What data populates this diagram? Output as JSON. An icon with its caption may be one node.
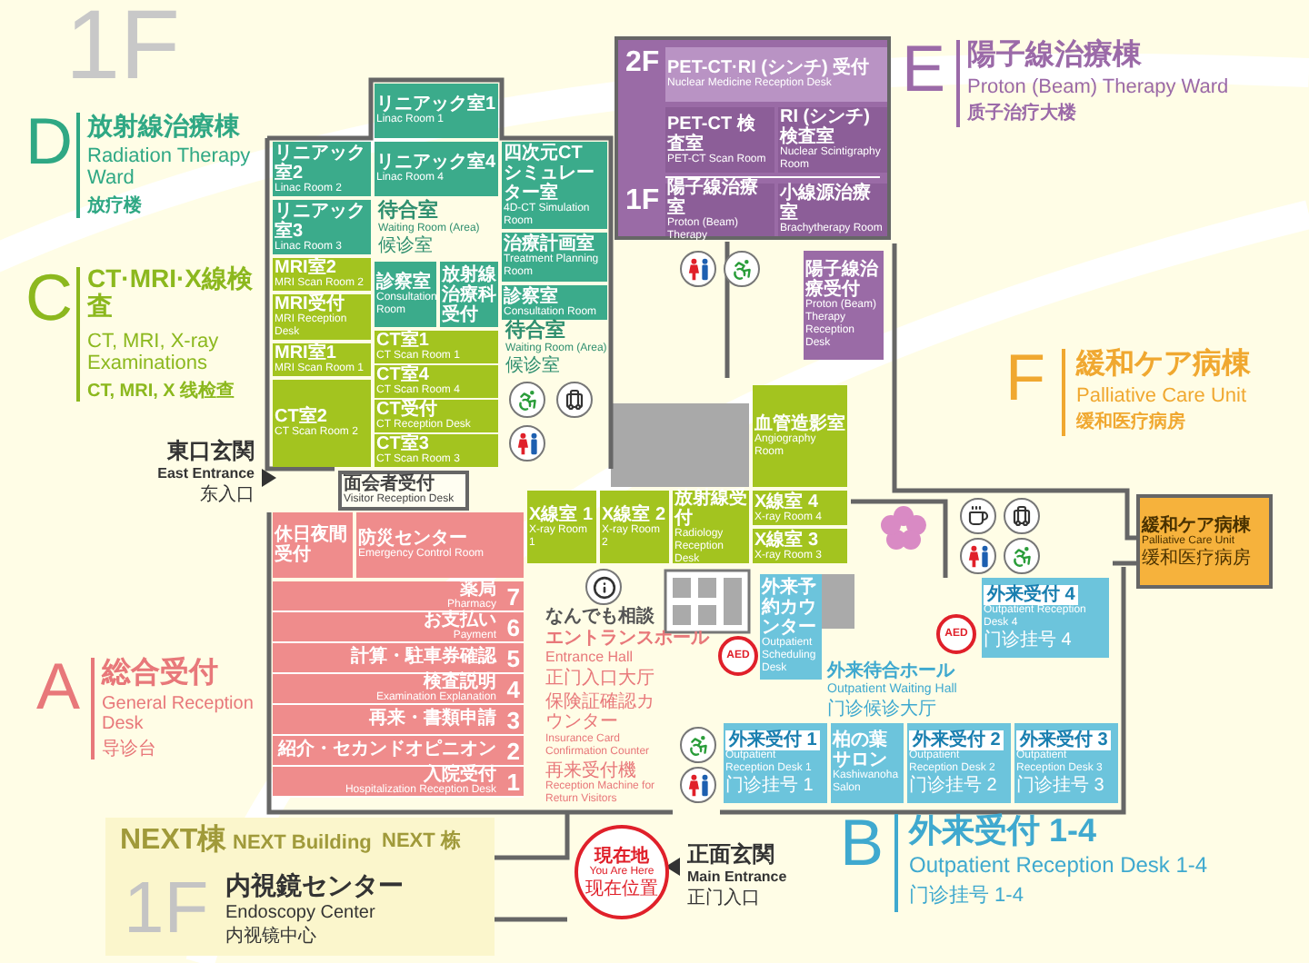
{
  "diagram": {
    "nodes": [
      {
        "text": [
          "リニアック室1",
          "Linac Room 1"
        ]
      },
      {
        "text": [
          "リニアック室2",
          "Linac Room 2"
        ]
      },
      {
        "text": [
          "リニアック室4",
          "Linac Room 4"
        ]
      },
      {
        "text": [
          "四次元CT シミュレーター室",
          "4D-CT Simulation Room"
        ]
      },
      {
        "text": [
          "リニアック室3",
          "Linac Room 3"
        ]
      },
      {
        "text": [
          "診察室",
          "Consultation Room"
        ]
      },
      {
        "text": [
          "放射線治療科受付"
        ]
      },
      {
        "text": [
          "治療計画室",
          "Treatment Planning Room"
        ]
      },
      {
        "text": [
          "診察室",
          "Consultation Room"
        ]
      },
      {
        "text": [
          "MRI室2",
          "MRI Scan Room 2"
        ]
      },
      {
        "text": [
          "MRI受付",
          "MRI Reception Desk"
        ]
      },
      {
        "text": [
          "MRI室1",
          "MRI Scan Room 1"
        ]
      },
      {
        "text": [
          "CT室1",
          "CT Scan Room 1"
        ]
      },
      {
        "text": [
          "CT室4",
          "CT Scan Room 4"
        ]
      },
      {
        "text": [
          "CT室2",
          "CT Scan Room 2"
        ]
      },
      {
        "text": [
          "CT受付",
          "CT Reception Desk"
        ]
      },
      {
        "text": [
          "CT室3",
          "CT Scan Room 3"
        ]
      },
      {
        "text": [
          "2F",
          "1F"
        ]
      },
      {
        "text": [
          "PET-CT·RI (シンチ) 受付",
          "Nuclear Medicine Reception Desk"
        ],
        "in": 17
      },
      {
        "text": [
          "PET-CT 検査室",
          "PET-CT Scan Room"
        ],
        "in": 17
      },
      {
        "text": [
          "RI (シンチ) 検査室",
          "Nuclear Scintigraphy Room"
        ],
        "in": 17
      },
      {
        "text": [
          "陽子線治療室",
          "Proton (Beam) Therapy"
        ],
        "in": 17
      },
      {
        "text": [
          "小線源治療室",
          "Brachytherapy Room"
        ],
        "in": 17
      },
      {
        "text": [
          "陽子線治療受付",
          "Proton (Beam) Therapy Reception Desk"
        ]
      },
      {
        "text": [
          "血管造影室",
          "Angiography Room"
        ]
      },
      {
        "text": [
          "X線室 1",
          "X-ray Room 1"
        ]
      },
      {
        "text": [
          "X線室 2",
          "X-ray Room 2"
        ]
      },
      {
        "text": [
          "放射線受付",
          "Radiology Reception Desk"
        ]
      },
      {
        "text": [
          "X線室 4",
          "X-ray Room 4"
        ]
      },
      {
        "text": [
          "X線室 3",
          "X-ray Room 3"
        ]
      },
      {
        "text": [
          "面会者受付",
          "Visitor Reception Desk"
        ]
      },
      {
        "text": [
          "休日夜間受付"
        ]
      },
      {
        "text": [
          "防災センター",
          "Emergency Control Room"
        ]
      },
      {
        "text": [
          "薬局",
          "Pharmacy",
          "7"
        ]
      },
      {
        "text": [
          "お支払い",
          "Payment",
          "6"
        ]
      },
      {
        "text": [
          "計算・駐車券確認",
          "5"
        ]
      },
      {
        "text": [
          "検査説明",
          "Examination Explanation",
          "4"
        ]
      },
      {
        "text": [
          "再来・書類申請",
          "3"
        ]
      },
      {
        "text": [
          "紹介・セカンドオピニオン",
          "2"
        ]
      },
      {
        "text": [
          "入院受付",
          "Hospitalization Reception Desk",
          "1"
        ]
      },
      {
        "text": [
          "外来予約カウンター",
          "Outpatient Scheduling Desk"
        ]
      },
      {
        "text": [
          "外来受付 4",
          "Outpatient Reception Desk 4",
          "门诊挂号 4"
        ]
      },
      {
        "text": [
          "外来受付 1",
          "Outpatient Reception Desk 1",
          "门诊挂号 1"
        ]
      },
      {
        "text": [
          "柏の葉サロン",
          "Kashiwanoha Salon"
        ]
      },
      {
        "text": [
          "外来受付 2",
          "Outpatient Reception Desk 2",
          "门诊挂号 2"
        ]
      },
      {
        "text": [
          "外来受付 3",
          "Outpatient Reception Desk 3",
          "门诊挂号 3"
        ]
      },
      {
        "text": [
          "緩和ケア病棟",
          "Palliative Care Unit",
          "缓和医疗病房"
        ]
      },
      {
        "text": [
          "現在地",
          "You Are Here",
          "现在位置"
        ]
      },
      {
        "text": [
          "NEXT棟",
          "NEXT Building",
          "NEXT 栋",
          "1F",
          "内視鏡センター",
          "Endoscopy Center",
          "内视镜中心"
        ]
      }
    ],
    "labels": [
      "1F",
      "D",
      "放射線治療棟",
      "Radiation Therapy Ward",
      "放疗楼",
      "C",
      "CT·MRI·X線検査",
      "CT, MRI, X-ray Examinations",
      "CT, MRI, X 线检查",
      "待合室",
      "Waiting Room (Area)",
      "候诊室",
      "待合室",
      "Waiting Room (Area)",
      "候诊室",
      "E",
      "陽子線治療棟",
      "Proton (Beam) Therapy Ward",
      "质子治疗大楼",
      "東口玄関",
      "East Entrance",
      "东入口",
      "F",
      "緩和ケア病棟",
      "Palliative Care Unit",
      "缓和医疗病房",
      "A",
      "総合受付",
      "General Reception Desk",
      "导诊台",
      "なんでも相談",
      "エントランスホール",
      "Entrance Hall",
      "正门入口大厅",
      "外来待合ホール",
      "Outpatient Waiting Hall",
      "门诊候诊大厅",
      "AED",
      "AED",
      "保険証確認カウンター",
      "Insurance Card Confirmation Counter",
      "再来受付機",
      "Reception Machine for Return Visitors",
      "正面玄関",
      "Main Entrance",
      "正门入口",
      "B",
      "外来受付 1-4",
      "Outpatient Reception Desk 1-4",
      "门诊挂号 1-4"
    ]
  }
}
